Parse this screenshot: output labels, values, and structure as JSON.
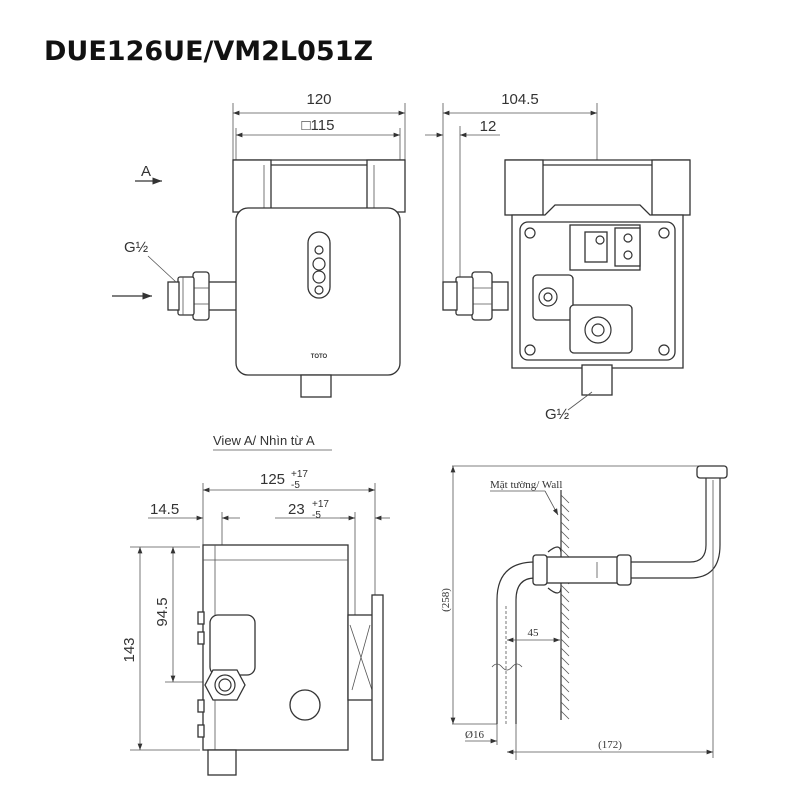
{
  "title": "DUE126UE/VM2L051Z",
  "front_view": {
    "dim_width": "120",
    "dim_panel": "□115",
    "view_marker": "A",
    "inlet_label": "G½",
    "logo": "TOTO"
  },
  "side_view": {
    "dim_depth": "104.5",
    "dim_offset": "12",
    "outlet_label": "G½"
  },
  "view_a": {
    "caption": "View A/ Nhìn từ A",
    "dim_total": "125",
    "dim_total_tol_plus": "+17",
    "dim_total_tol_minus": "-5",
    "dim_left": "14.5",
    "dim_right": "23",
    "dim_right_tol_plus": "+17",
    "dim_right_tol_minus": "-5",
    "dim_inlet_height": "94.5",
    "dim_height": "143"
  },
  "pipe_view": {
    "wall_label": "Mặt tường/ Wall",
    "dim_height": "(258)",
    "dim_wall_offset": "45",
    "dim_diameter": "Ø16",
    "dim_length": "(172)"
  }
}
